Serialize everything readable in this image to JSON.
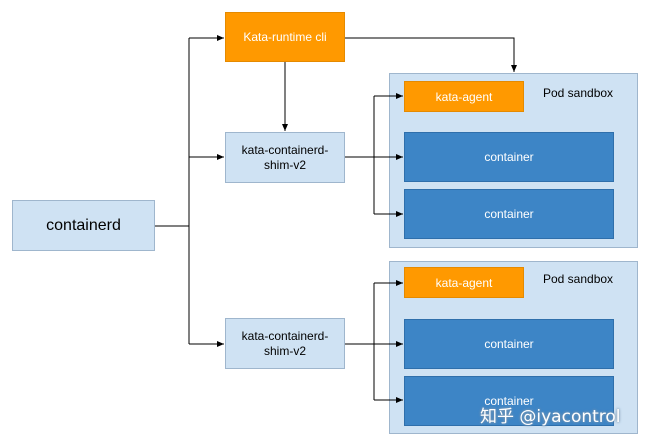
{
  "nodes": {
    "containerd": "containerd",
    "runtime_cli": "Kata-runtime cli",
    "shim_top": "kata-containerd-\nshim-v2",
    "shim_bottom": "kata-containerd-\nshim-v2"
  },
  "sandboxes": [
    {
      "label": "Pod sandbox",
      "agent": "kata-agent",
      "containers": [
        "container",
        "container"
      ]
    },
    {
      "label": "Pod sandbox",
      "agent": "kata-agent",
      "containers": [
        "container",
        "container"
      ]
    }
  ],
  "watermark": "知乎 @iyacontrol",
  "colors": {
    "light_box": "#cfe2f3",
    "agent": "#ff9900",
    "container": "#3d85c6",
    "line": "#000000"
  }
}
